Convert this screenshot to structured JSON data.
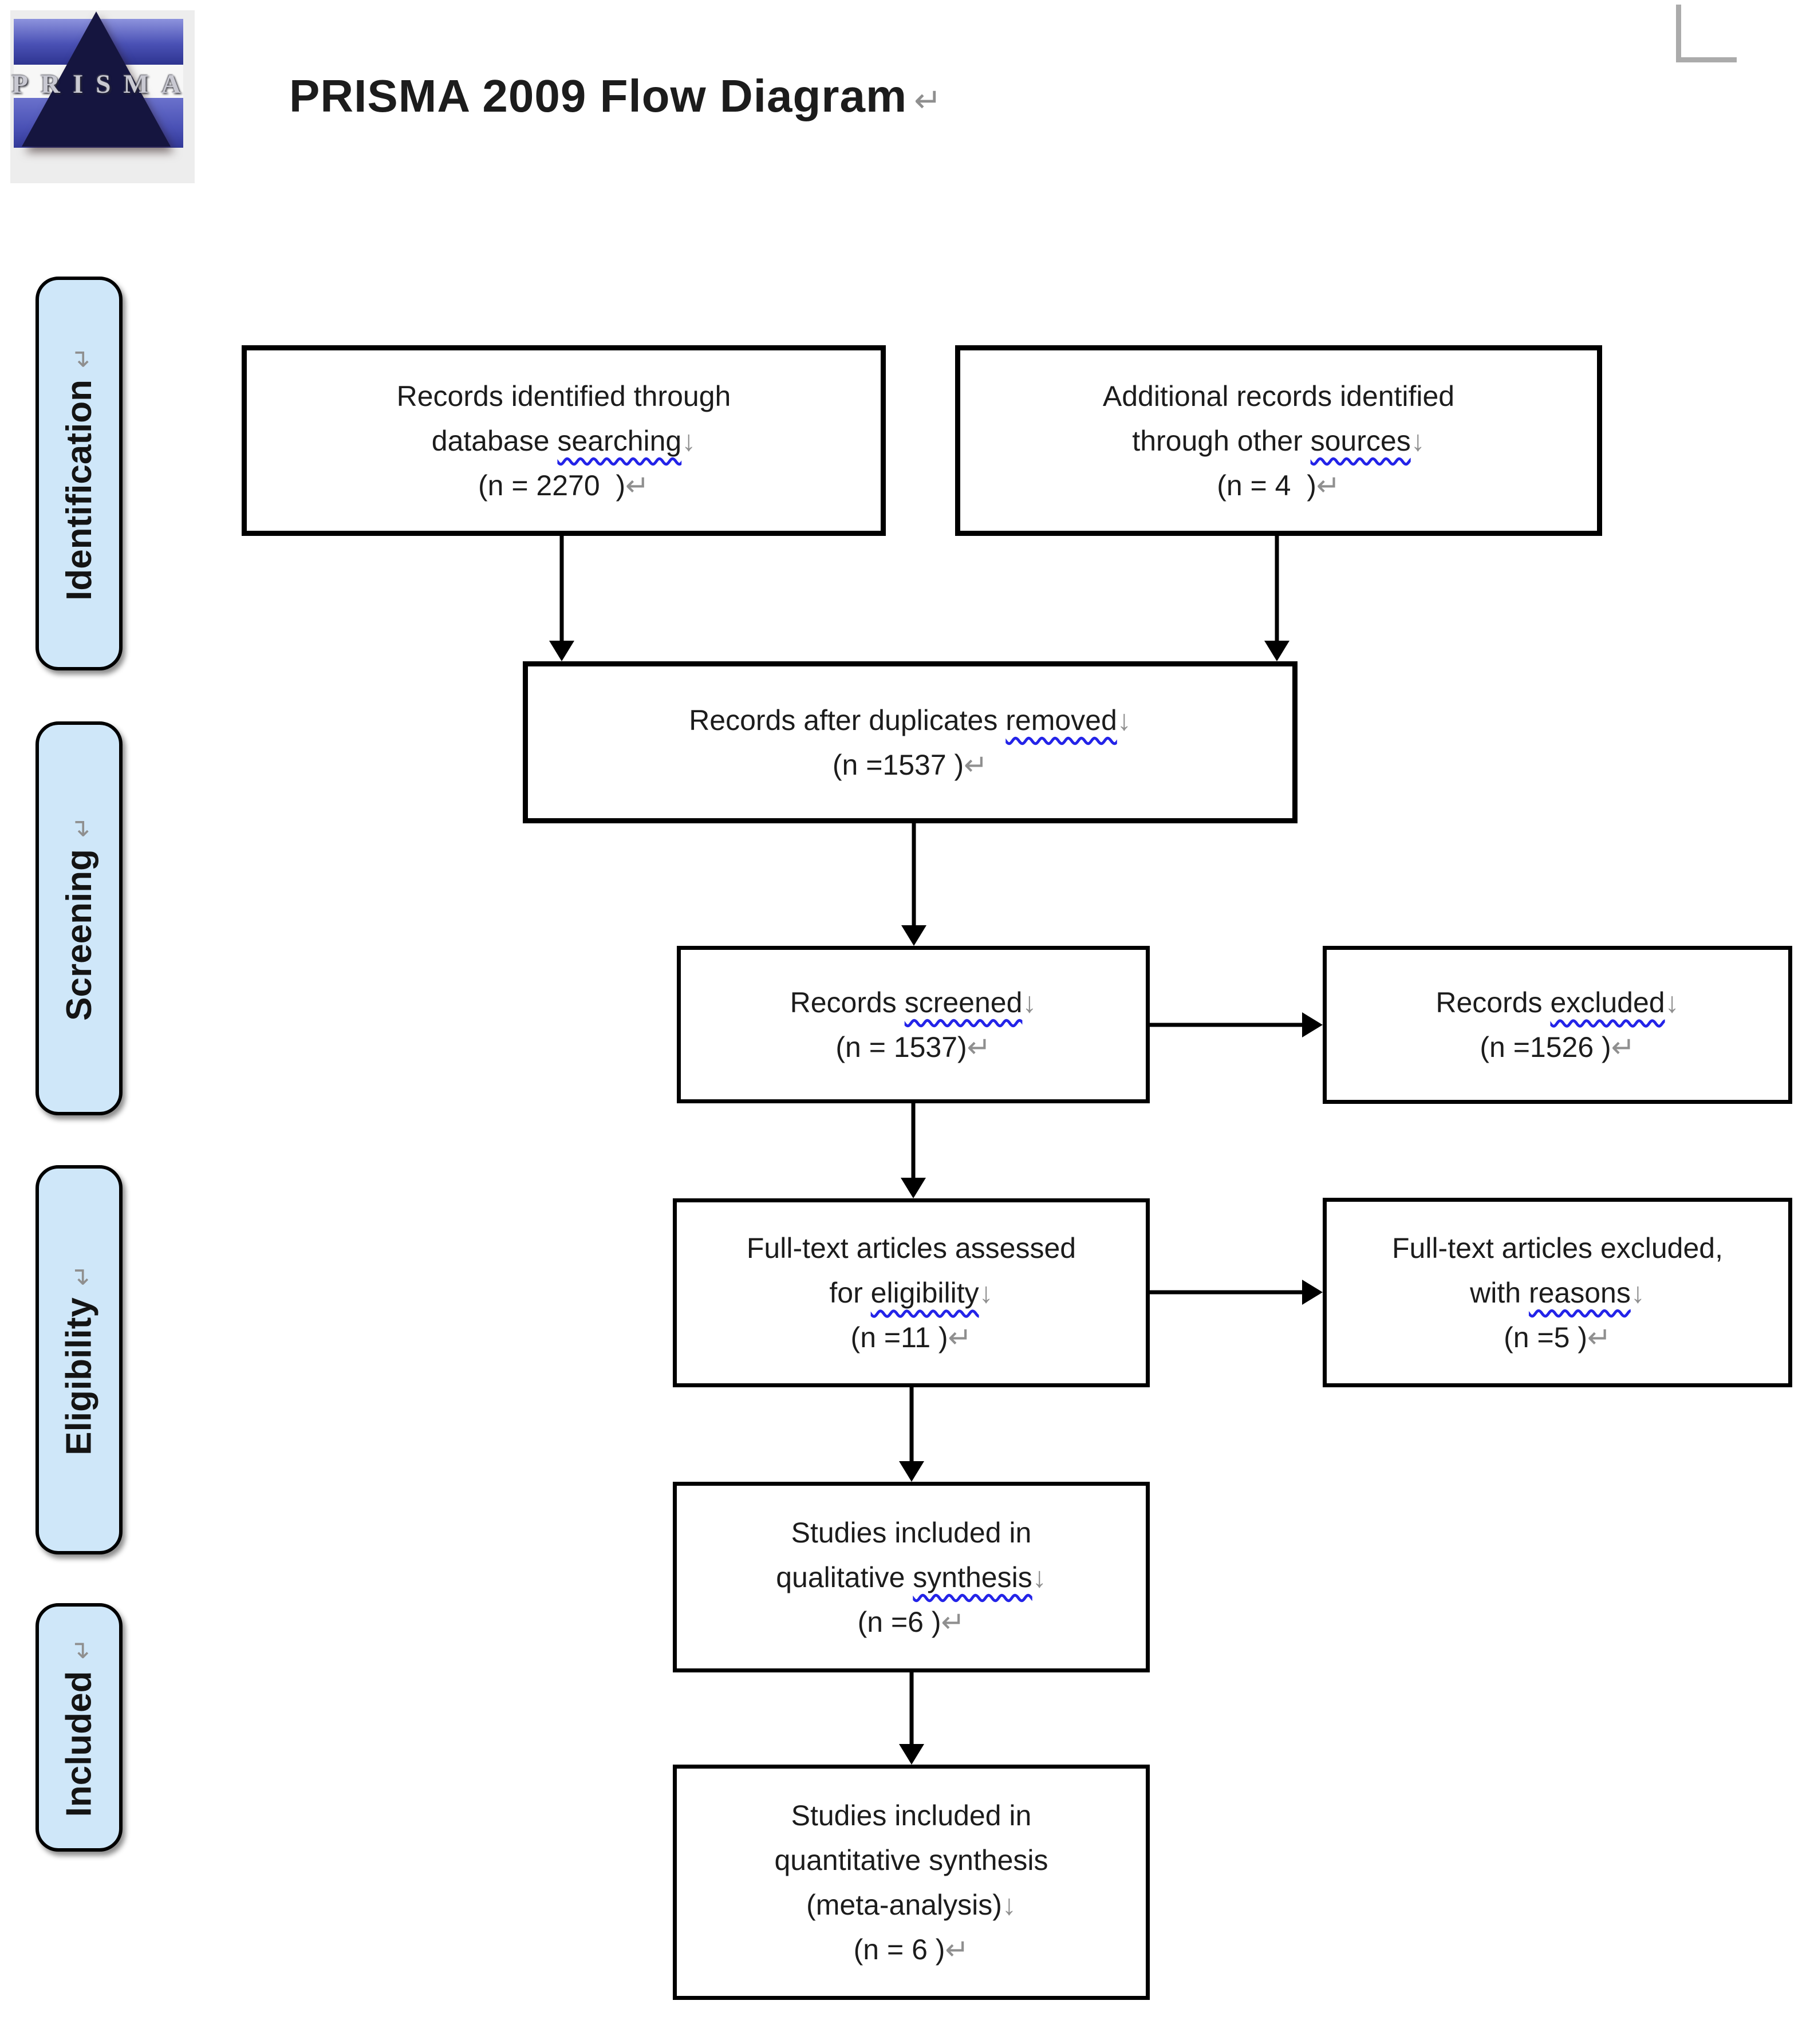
{
  "header": {
    "title": "PRISMA 2009 Flow Diagram",
    "title_end_mark": "↵"
  },
  "logo": {
    "wordmark": "PRISMA"
  },
  "stages": [
    {
      "id": "identification",
      "label": "Identification",
      "mark": "↵"
    },
    {
      "id": "screening",
      "label": "Screening",
      "mark": "↵"
    },
    {
      "id": "eligibility",
      "label": "Eligibility",
      "mark": "↵"
    },
    {
      "id": "included",
      "label": "Included",
      "mark": "↵"
    }
  ],
  "boxes": [
    {
      "id": "records-identified",
      "n": 2270,
      "lines": [
        [
          {
            "t": "Records identified through"
          }
        ],
        [
          {
            "t": "database "
          },
          {
            "t": "searching",
            "wavy": true
          },
          {
            "t": "↓",
            "mark": true
          }
        ],
        [
          {
            "t": "(n = 2270  )"
          },
          {
            "t": "↵",
            "mark": true
          }
        ]
      ]
    },
    {
      "id": "additional-records",
      "n": 4,
      "lines": [
        [
          {
            "t": "Additional records identified"
          }
        ],
        [
          {
            "t": "through other "
          },
          {
            "t": "sources",
            "wavy": true
          },
          {
            "t": "↓",
            "mark": true
          }
        ],
        [
          {
            "t": "(n = 4  )"
          },
          {
            "t": "↵",
            "mark": true
          }
        ]
      ]
    },
    {
      "id": "records-after-duplicates-removed",
      "n": 1537,
      "lines": [
        [
          {
            "t": "Records after duplicates "
          },
          {
            "t": "removed",
            "wavy": true
          },
          {
            "t": "↓",
            "mark": true
          }
        ],
        [
          {
            "t": "(n =1537 )"
          },
          {
            "t": "↵",
            "mark": true
          }
        ]
      ]
    },
    {
      "id": "records-screened",
      "n": 1537,
      "lines": [
        [
          {
            "t": "Records "
          },
          {
            "t": "screened",
            "wavy": true
          },
          {
            "t": "↓",
            "mark": true
          }
        ],
        [
          {
            "t": "(n = 1537)"
          },
          {
            "t": "↵",
            "mark": true
          }
        ]
      ]
    },
    {
      "id": "records-excluded",
      "n": 1526,
      "lines": [
        [
          {
            "t": "Records "
          },
          {
            "t": "excluded",
            "wavy": true
          },
          {
            "t": "↓",
            "mark": true
          }
        ],
        [
          {
            "t": "(n =1526 )"
          },
          {
            "t": "↵",
            "mark": true
          }
        ]
      ]
    },
    {
      "id": "fulltext-assessed",
      "n": 11,
      "lines": [
        [
          {
            "t": "Full-text articles assessed"
          }
        ],
        [
          {
            "t": "for "
          },
          {
            "t": "eligibility",
            "wavy": true
          },
          {
            "t": "↓",
            "mark": true
          }
        ],
        [
          {
            "t": "(n =11 )"
          },
          {
            "t": "↵",
            "mark": true
          }
        ]
      ]
    },
    {
      "id": "fulltext-excluded",
      "n": 5,
      "lines": [
        [
          {
            "t": "Full-text articles excluded,"
          }
        ],
        [
          {
            "t": "with "
          },
          {
            "t": "reasons",
            "wavy": true
          },
          {
            "t": "↓",
            "mark": true
          }
        ],
        [
          {
            "t": "(n =5 )"
          },
          {
            "t": "↵",
            "mark": true
          }
        ]
      ]
    },
    {
      "id": "qualitative-synthesis",
      "n": 6,
      "lines": [
        [
          {
            "t": "Studies included in"
          }
        ],
        [
          {
            "t": "qualitative "
          },
          {
            "t": "synthesis",
            "wavy": true
          },
          {
            "t": "↓",
            "mark": true
          }
        ],
        [
          {
            "t": "(n =6 )"
          },
          {
            "t": "↵",
            "mark": true
          }
        ]
      ]
    },
    {
      "id": "quantitative-synthesis",
      "n": 6,
      "lines": [
        [
          {
            "t": "Studies included in"
          }
        ],
        [
          {
            "t": "quantitative synthesis"
          }
        ],
        [
          {
            "t": "(meta-analysis)"
          },
          {
            "t": "↓",
            "mark": true
          }
        ],
        [
          {
            "t": "(n = 6 )"
          },
          {
            "t": "↵",
            "mark": true
          }
        ]
      ]
    }
  ],
  "colors": {
    "stage_fill": "#cfe7f9",
    "box_fill": "#ffffff",
    "box_border": "#000000",
    "wavy_underline": "#2323e8",
    "format_mark": "#8f8f8f",
    "logo_blue": "#4a51b5",
    "logo_navy": "#15153f"
  }
}
